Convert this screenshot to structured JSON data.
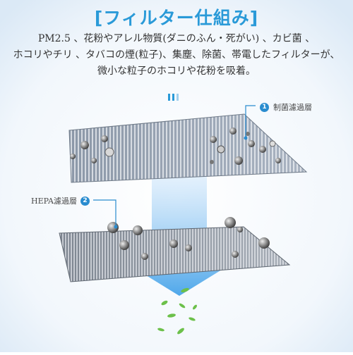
{
  "title": "[フィルター仕組み]",
  "description": {
    "line1": "PM2.5 、花粉やアレル物質(ダニのふん・死がい) 、カビ菌 、",
    "line2": "ホコリやチリ 、タバコの煙(粒子)、集塵、除菌、帯電したフィルターが、",
    "line3": "微小な粒子のホコリや花粉を吸着。"
  },
  "layers": [
    {
      "number": "1",
      "label": "制菌濾過層"
    },
    {
      "number": "2",
      "label": "HEPA濾過層"
    }
  ],
  "colors": {
    "accent": "#2a9ad8",
    "badge": "#2a8ccf",
    "leaf": "#6cc04a"
  }
}
